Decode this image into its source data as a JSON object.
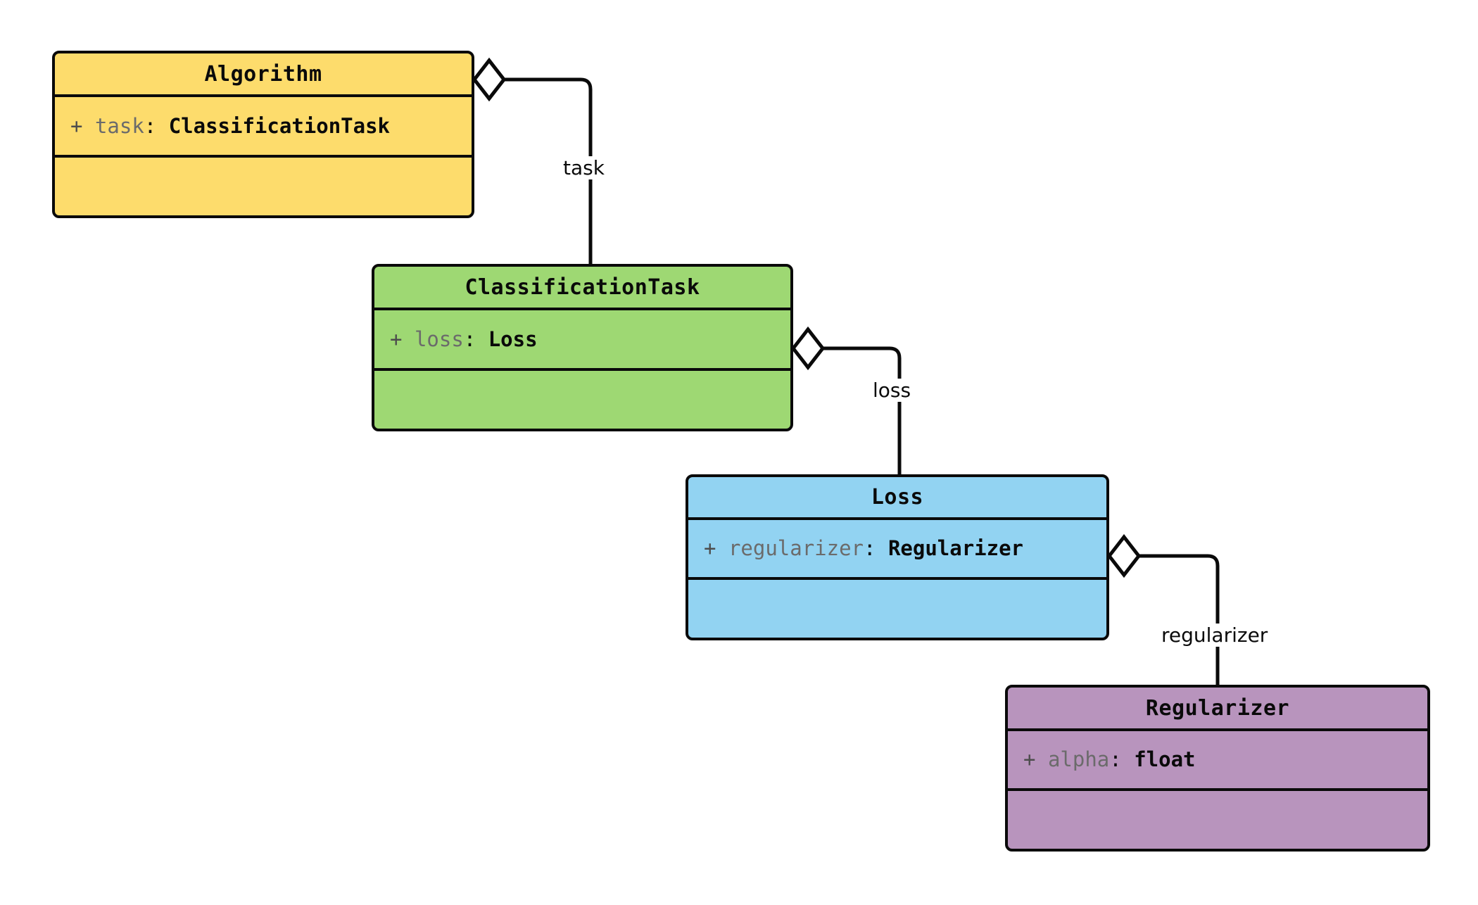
{
  "diagram": {
    "title": "UML class diagram",
    "type": "uml-class-diagram",
    "background_color": "#ffffff",
    "stroke_color": "#0a0a0a",
    "classes": [
      {
        "id": "algorithm",
        "name": "Algorithm",
        "fill_color": "#fddc6c",
        "attributes": [
          {
            "visibility": "+",
            "name": "task",
            "separator": ":",
            "type": "ClassificationTask"
          }
        ],
        "methods": []
      },
      {
        "id": "classification-task",
        "name": "ClassificationTask",
        "fill_color": "#9ed873",
        "attributes": [
          {
            "visibility": "+",
            "name": "loss",
            "separator": ":",
            "type": "Loss"
          }
        ],
        "methods": []
      },
      {
        "id": "loss",
        "name": "Loss",
        "fill_color": "#92d3f2",
        "attributes": [
          {
            "visibility": "+",
            "name": "regularizer",
            "separator": ":",
            "type": "Regularizer"
          }
        ],
        "methods": []
      },
      {
        "id": "regularizer",
        "name": "Regularizer",
        "fill_color": "#b894bd",
        "attributes": [
          {
            "visibility": "+",
            "name": "alpha",
            "separator": ":",
            "type": "float"
          }
        ],
        "methods": []
      }
    ],
    "relationships": [
      {
        "id": "algorithm-task",
        "kind": "aggregation",
        "marker": "hollow-diamond",
        "from": "Algorithm",
        "to": "ClassificationTask",
        "label": "task"
      },
      {
        "id": "classificationtask-loss",
        "kind": "aggregation",
        "marker": "hollow-diamond",
        "from": "ClassificationTask",
        "to": "Loss",
        "label": "loss"
      },
      {
        "id": "loss-regularizer",
        "kind": "aggregation",
        "marker": "hollow-diamond",
        "from": "Loss",
        "to": "Regularizer",
        "label": "regularizer"
      }
    ]
  }
}
